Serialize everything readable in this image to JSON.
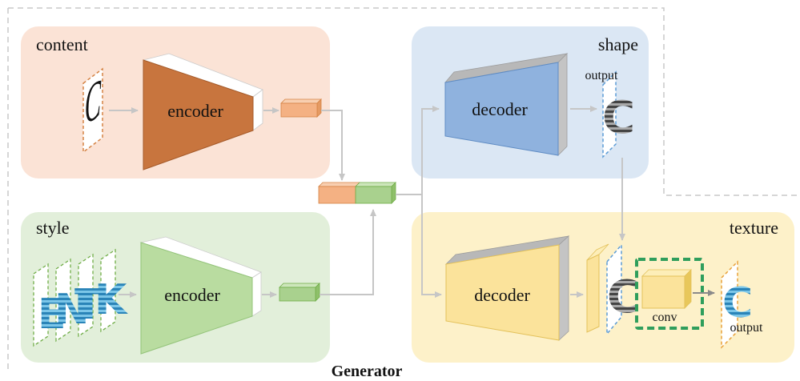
{
  "title": "Generator",
  "panels": {
    "content": {
      "label": "content"
    },
    "style": {
      "label": "style"
    },
    "shape": {
      "label": "shape"
    },
    "texture": {
      "label": "texture"
    }
  },
  "content_encoder": {
    "label": "encoder"
  },
  "style_encoder": {
    "label": "encoder"
  },
  "shape_decoder": {
    "label": "decoder"
  },
  "texture_decoder": {
    "label": "decoder"
  },
  "shape_output": {
    "label": "output",
    "glyph": "C"
  },
  "texture_output": {
    "label": "output",
    "glyph": "C"
  },
  "conv": {
    "label": "conv"
  },
  "content_input": {
    "glyph": "C"
  },
  "style_inputs": {
    "glyphs": [
      "E",
      "N",
      "T",
      "K"
    ]
  },
  "intermediate_glyph": "C",
  "colors": {
    "content_bg": "#fbe3d6",
    "style_bg": "#e2efda",
    "shape_bg": "#dbe7f4",
    "texture_bg": "#fdf1c9",
    "content_encoder": "#c8753e",
    "style_encoder": "#b9dca0",
    "shape_decoder": "#8fb2de",
    "texture_decoder": "#fbe39b",
    "orange_code": "#f4b183",
    "green_code": "#a9d18e",
    "conv_border": "#2f9e5c",
    "arrow": "#c6c6c6"
  }
}
